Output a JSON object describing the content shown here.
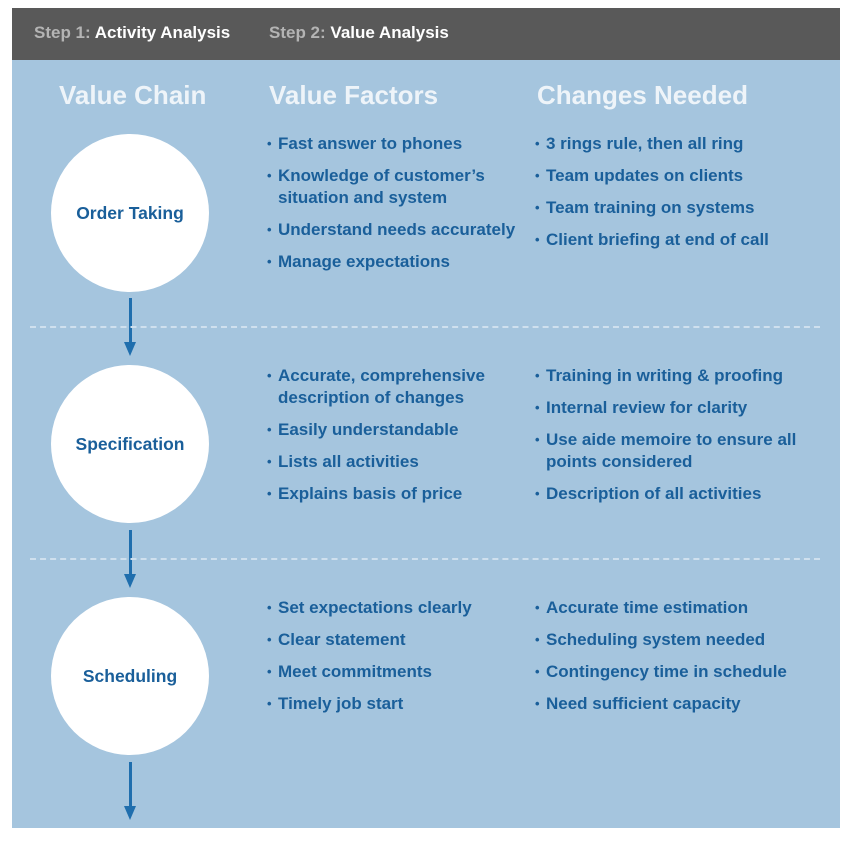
{
  "header": {
    "steps": [
      {
        "prefix": "Step 1:",
        "label": "Activity Analysis"
      },
      {
        "prefix": "Step 2:",
        "label": "Value Analysis"
      }
    ]
  },
  "columns": {
    "value_chain": "Value Chain",
    "value_factors": "Value Factors",
    "changes_needed": "Changes Needed"
  },
  "rows": [
    {
      "activity": "Order Taking",
      "value_factors": [
        "Fast answer to phones",
        "Knowledge of customer’s situation and system",
        "Understand needs accurately",
        "Manage expectations"
      ],
      "changes_needed": [
        "3 rings rule, then all ring",
        "Team updates on clients",
        "Team training on systems",
        "Client briefing at end of call"
      ]
    },
    {
      "activity": "Specification",
      "value_factors": [
        "Accurate, comprehensive description of changes",
        "Easily understandable",
        "Lists all activities",
        "Explains basis of price"
      ],
      "changes_needed": [
        "Training in writing & proofing",
        "Internal review for clarity",
        "Use aide memoire to ensure all points considered",
        "Description of all activities"
      ]
    },
    {
      "activity": "Scheduling",
      "value_factors": [
        "Set expectations clearly",
        "Clear statement",
        "Meet commitments",
        "Timely job start"
      ],
      "changes_needed": [
        "Accurate time estimation",
        "Scheduling system needed",
        "Contingency time in schedule",
        "Need sufficient capacity"
      ]
    }
  ],
  "colors": {
    "header_bg": "#595959",
    "panel_bg": "#a5c5de",
    "text_blue": "#1a5f9a",
    "arrow_blue": "#1f6ead",
    "heading_white": "#eef4f9"
  }
}
